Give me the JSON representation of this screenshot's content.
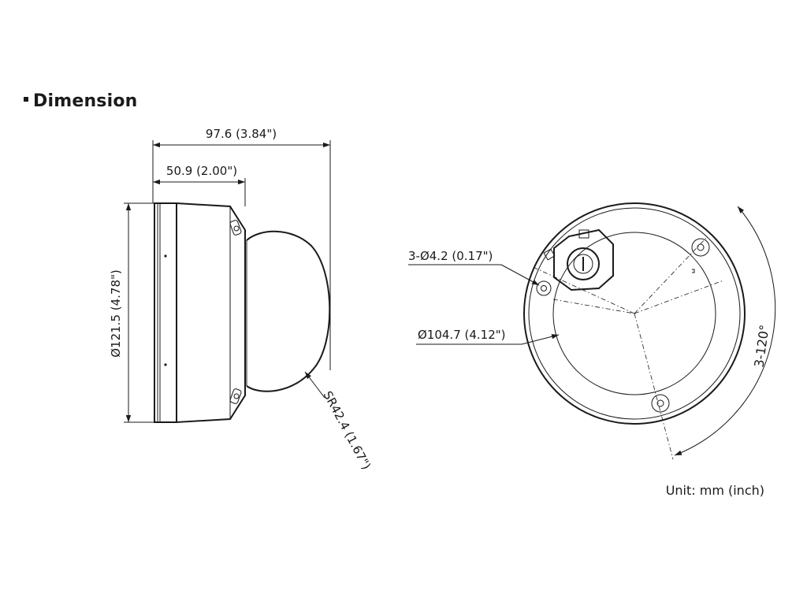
{
  "header": {
    "title": "Dimension"
  },
  "side_view": {
    "overall_length": "97.6 (3.84\")",
    "base_length": "50.9 (2.00\")",
    "diameter": "Ø121.5 (4.78\")",
    "dome_radius": "SR42.4 (1.67\")"
  },
  "bottom_view": {
    "hole_spec": "3-Ø4.2 (0.17\")",
    "hole_circle_diameter": "Ø104.7 (4.12\")",
    "hole_angle": "3-120°"
  },
  "footer": {
    "unit_label": "Unit: mm (inch)"
  }
}
